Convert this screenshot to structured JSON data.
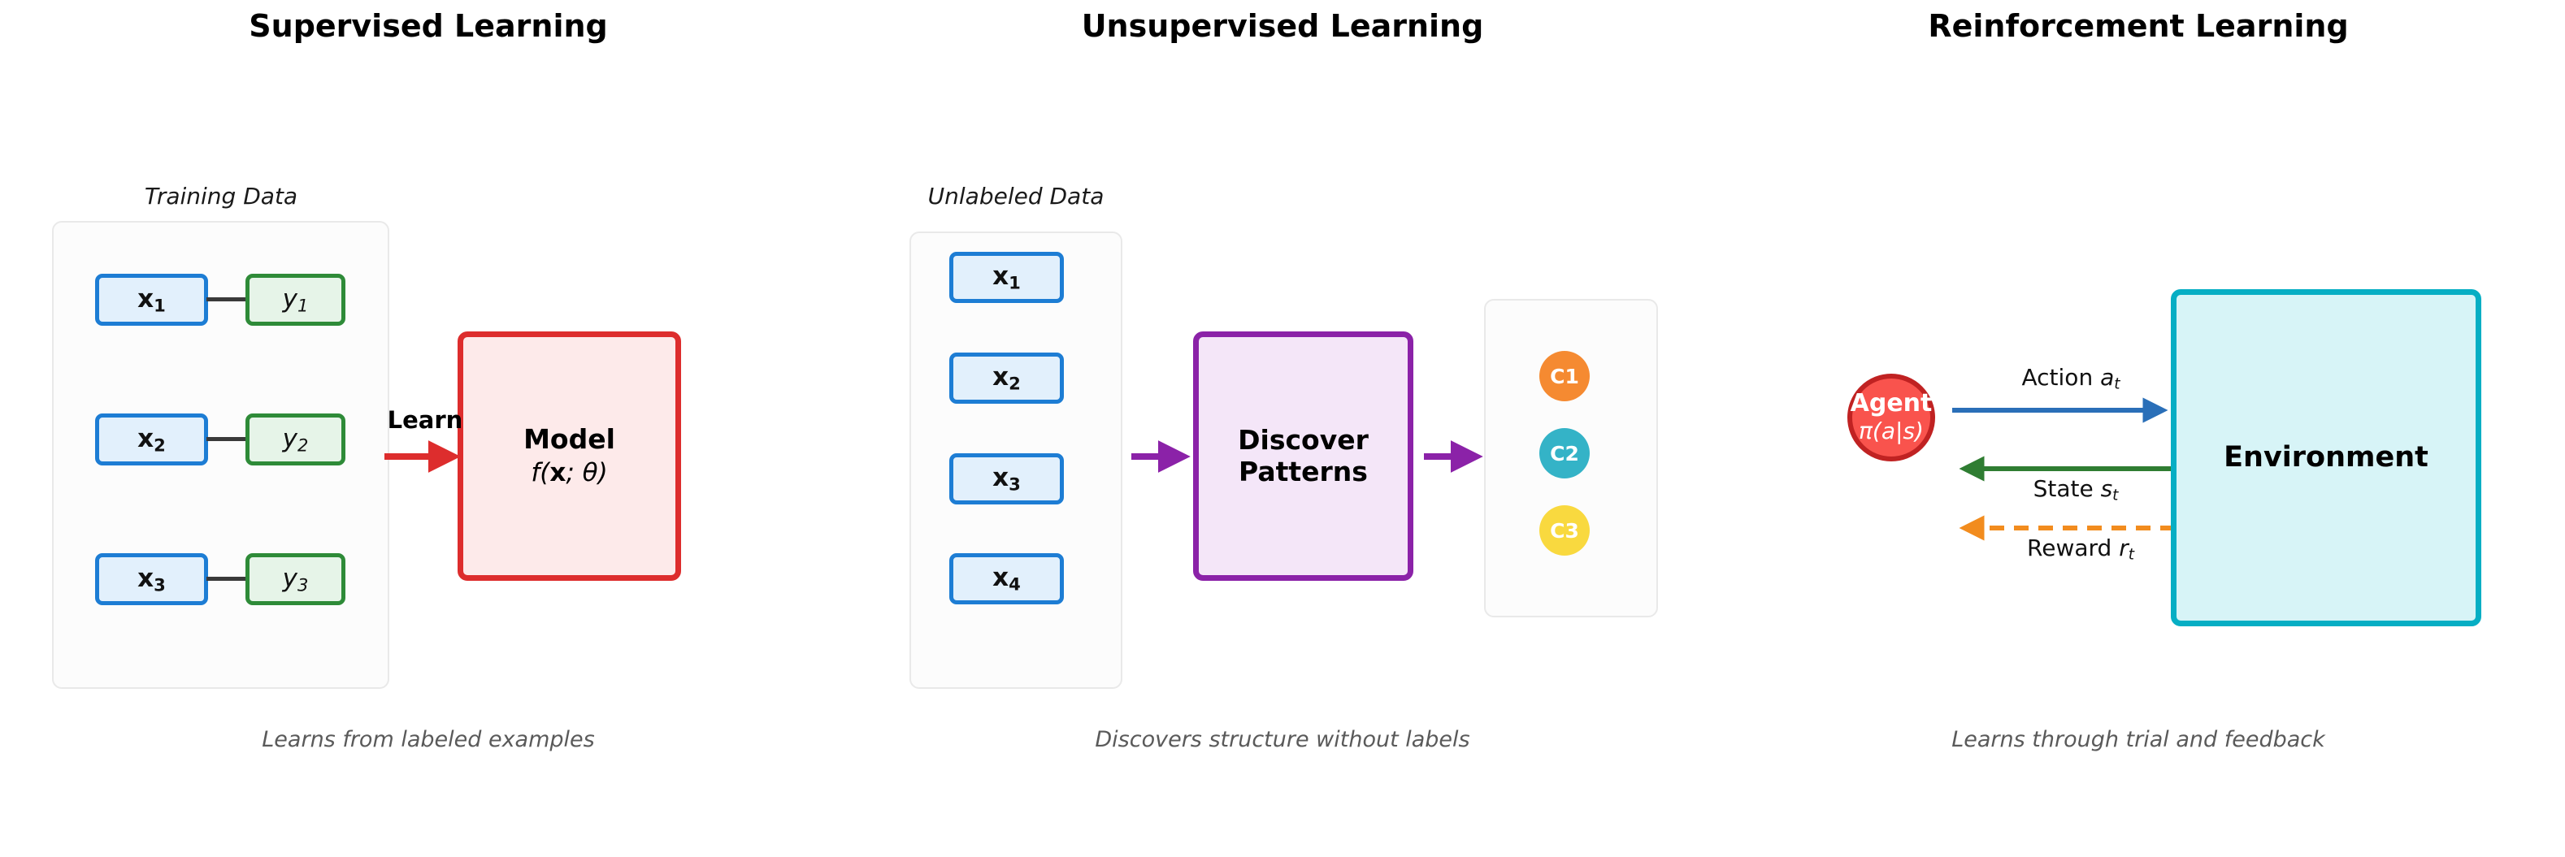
{
  "panels": [
    {
      "id": "supervised",
      "title": "Supervised Learning",
      "caption": "Learns from labeled examples",
      "group_label": "Training Data",
      "pairs": [
        {
          "x": "x",
          "x_sub": "1",
          "y": "y",
          "y_sub": "1"
        },
        {
          "x": "x",
          "x_sub": "2",
          "y": "y",
          "y_sub": "2"
        },
        {
          "x": "x",
          "x_sub": "3",
          "y": "y",
          "y_sub": "3"
        }
      ],
      "arrow_label": "Learn",
      "process": {
        "line1": "Model",
        "line2_f": "f(",
        "line2_x": "x",
        "line2_rest": "; θ)"
      },
      "colors": {
        "x_border": "#1d7dd4",
        "x_fill": "#e2f0fc",
        "y_border": "#2e8b38",
        "y_fill": "#e6f4e8",
        "arrow": "#dd2d2d",
        "process_border": "#dd2d2d",
        "process_fill": "#fdeaea"
      }
    },
    {
      "id": "unsupervised",
      "title": "Unsupervised Learning",
      "caption": "Discovers structure without labels",
      "group_label": "Unlabeled Data",
      "items": [
        {
          "x": "x",
          "x_sub": "1"
        },
        {
          "x": "x",
          "x_sub": "2"
        },
        {
          "x": "x",
          "x_sub": "3"
        },
        {
          "x": "x",
          "x_sub": "4"
        }
      ],
      "process": {
        "line1": "Discover",
        "line1b": "Patterns"
      },
      "clusters": [
        {
          "label": "C1",
          "color": "#f58a31"
        },
        {
          "label": "C2",
          "color": "#34b3c7"
        },
        {
          "label": "C3",
          "color": "#f9d93f"
        }
      ],
      "colors": {
        "x_border": "#1d7dd4",
        "x_fill": "#e2f0fc",
        "arrow": "#8b22a8",
        "process_border": "#8b22a8",
        "process_fill": "#f4e6f8"
      }
    },
    {
      "id": "reinforcement",
      "title": "Reinforcement Learning",
      "caption": "Learns through trial and feedback",
      "agent": {
        "line1": "Agent",
        "line2": "π(a|s)"
      },
      "environment": {
        "line1": "Environment"
      },
      "edges": [
        {
          "name": "action",
          "label_text": "Action ",
          "label_sym": "a",
          "label_sub": "t",
          "color": "#2a6fb8",
          "style": "solid",
          "direction": "right"
        },
        {
          "name": "state",
          "label_text": "State ",
          "label_sym": "s",
          "label_sub": "t",
          "color": "#2f7d32",
          "style": "solid",
          "direction": "left"
        },
        {
          "name": "reward",
          "label_text": "Reward ",
          "label_sym": "r",
          "label_sub": "t",
          "color": "#f28c1e",
          "style": "dashed",
          "direction": "left"
        }
      ],
      "colors": {
        "agent_fill": "#f9534d",
        "agent_border": "#c02222",
        "env_fill": "#d7f4f7",
        "env_border": "#06aec4"
      }
    }
  ]
}
